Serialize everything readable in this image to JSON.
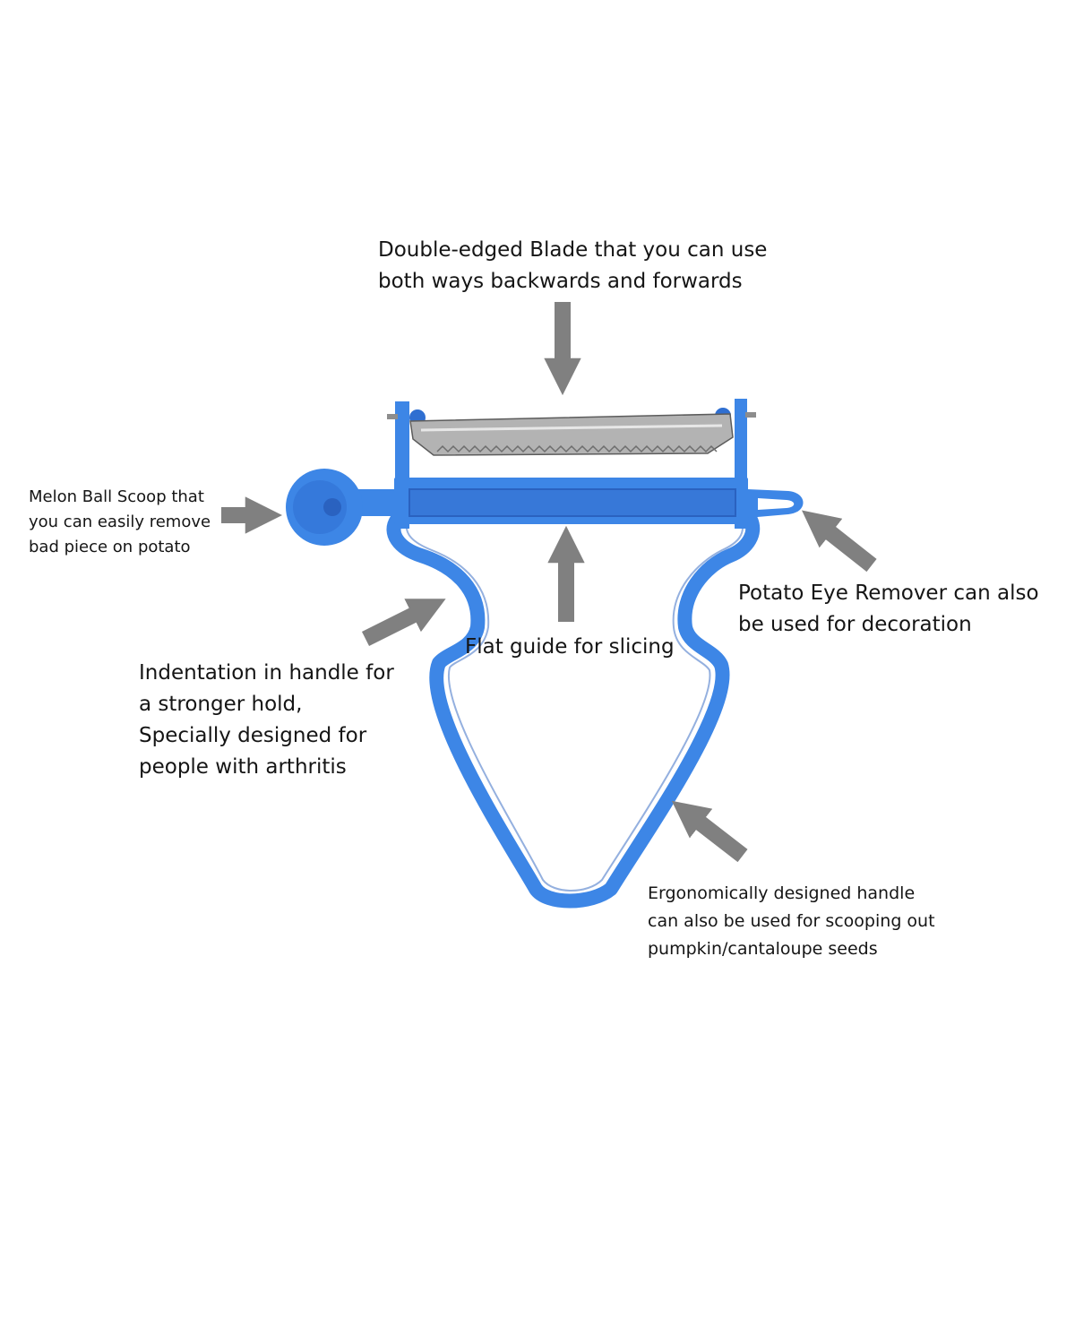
{
  "colors": {
    "background": "#ffffff",
    "peeler_body": "#3d86e6",
    "peeler_edge": "#2f6fd1",
    "peeler_shadow": "#2a62c0",
    "blade_metal": "#b3b3b3",
    "arrow": "#808080",
    "text": "#151515"
  },
  "callouts": {
    "blade": {
      "lines": [
        "Double-edged Blade that you can use",
        "both ways backwards and forwards"
      ],
      "arrow_icon": "arrow-down-icon"
    },
    "scoop": {
      "lines": [
        "Melon Ball Scoop that",
        "you can easily remove",
        "bad piece on potato"
      ],
      "arrow_icon": "arrow-right-icon"
    },
    "eye_remover": {
      "lines": [
        "Potato Eye Remover can also",
        "be used for decoration"
      ],
      "arrow_icon": "arrow-up-left-icon"
    },
    "guide": {
      "lines": [
        "Flat guide for slicing"
      ],
      "arrow_icon": "arrow-up-icon"
    },
    "indentation": {
      "lines": [
        "Indentation in handle for",
        "a stronger hold,",
        "Specially designed for",
        "people with arthritis"
      ],
      "arrow_icon": "arrow-up-right-icon"
    },
    "handle": {
      "lines": [
        "Ergonomically designed handle",
        "can also be used for scooping out",
        "pumpkin/cantaloupe seeds"
      ],
      "arrow_icon": "arrow-up-left-icon"
    }
  }
}
